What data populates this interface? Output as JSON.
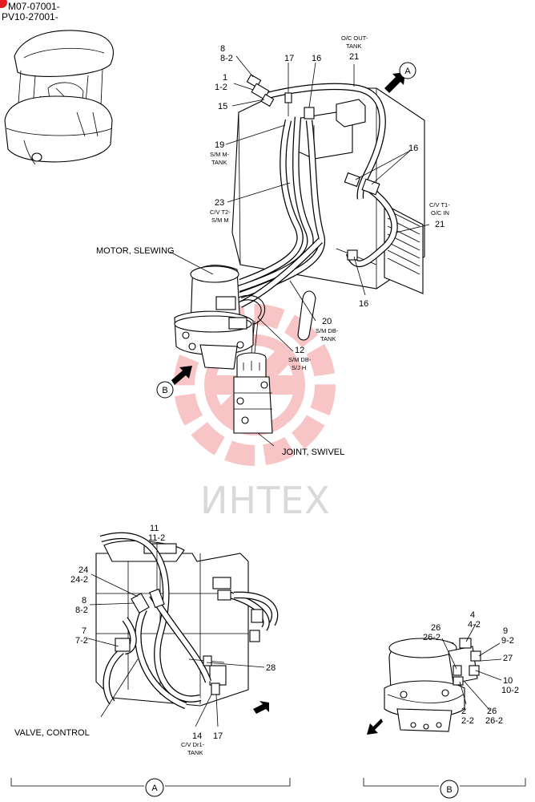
{
  "header": {
    "line1": "M07-07001-",
    "line2": "PV10-27001-",
    "badge_color": "#e11b22"
  },
  "watermark": {
    "text": "ИНТЕХ",
    "logo_color": "#e8333a",
    "text_color": "#d9d9d9"
  },
  "upper_view": {
    "arrow_labels": {
      "a": "A",
      "b": "B"
    },
    "components": {
      "motor_slewing": "MOTOR, SLEWING",
      "joint_swivel": "JOINT, SWIVEL"
    },
    "callouts": {
      "p8": "8",
      "p8_2": "8-2",
      "p1": "1",
      "p1_2": "1-2",
      "p15": "15",
      "p17": "17",
      "p16_top": "16",
      "oc_out_tank_a": "O/C OUT-",
      "oc_out_tank_b": "TANK",
      "p21_top": "21",
      "p19": "19",
      "sm_m_tank_a": "S/M M-",
      "sm_m_tank_b": "TANK",
      "p16_right": "16",
      "p23": "23",
      "cv_t2_sm_m_a": "C/V T2-",
      "cv_t2_sm_m_b": "S/M M",
      "cv_t1_oc_in_a": "C/V T1-",
      "cv_t1_oc_in_b": "O/C IN",
      "p21_right": "21",
      "p16_bottom": "16",
      "p20": "20",
      "sm_db_tank_a": "S/M DB-",
      "sm_db_tank_b": "TANK",
      "p12": "12",
      "sm_db_sjh_a": "S/M DB-",
      "sm_db_sjh_b": "S/J H"
    }
  },
  "view_a": {
    "footer_label": "A",
    "component": "VALVE, CONTROL",
    "callouts": {
      "p11": "11",
      "p11_2": "11-2",
      "p24": "24",
      "p24_2": "24-2",
      "p8": "8",
      "p8_2": "8-2",
      "p7": "7",
      "p7_2": "7-2",
      "p28": "28",
      "p14": "14",
      "cv_dr1_tank_a": "C/V Dr1-",
      "cv_dr1_tank_b": "TANK",
      "p17": "17"
    }
  },
  "view_b": {
    "footer_label": "B",
    "callouts": {
      "p4": "4",
      "p4_2": "4-2",
      "p9": "9",
      "p9_2": "9-2",
      "p26_top": "26",
      "p26_2_top": "26-2",
      "p27": "27",
      "p10": "10",
      "p10_2": "10-2",
      "p2": "2",
      "p2_2": "2-2",
      "p26_bottom": "26",
      "p26_2_bottom": "26-2"
    }
  }
}
